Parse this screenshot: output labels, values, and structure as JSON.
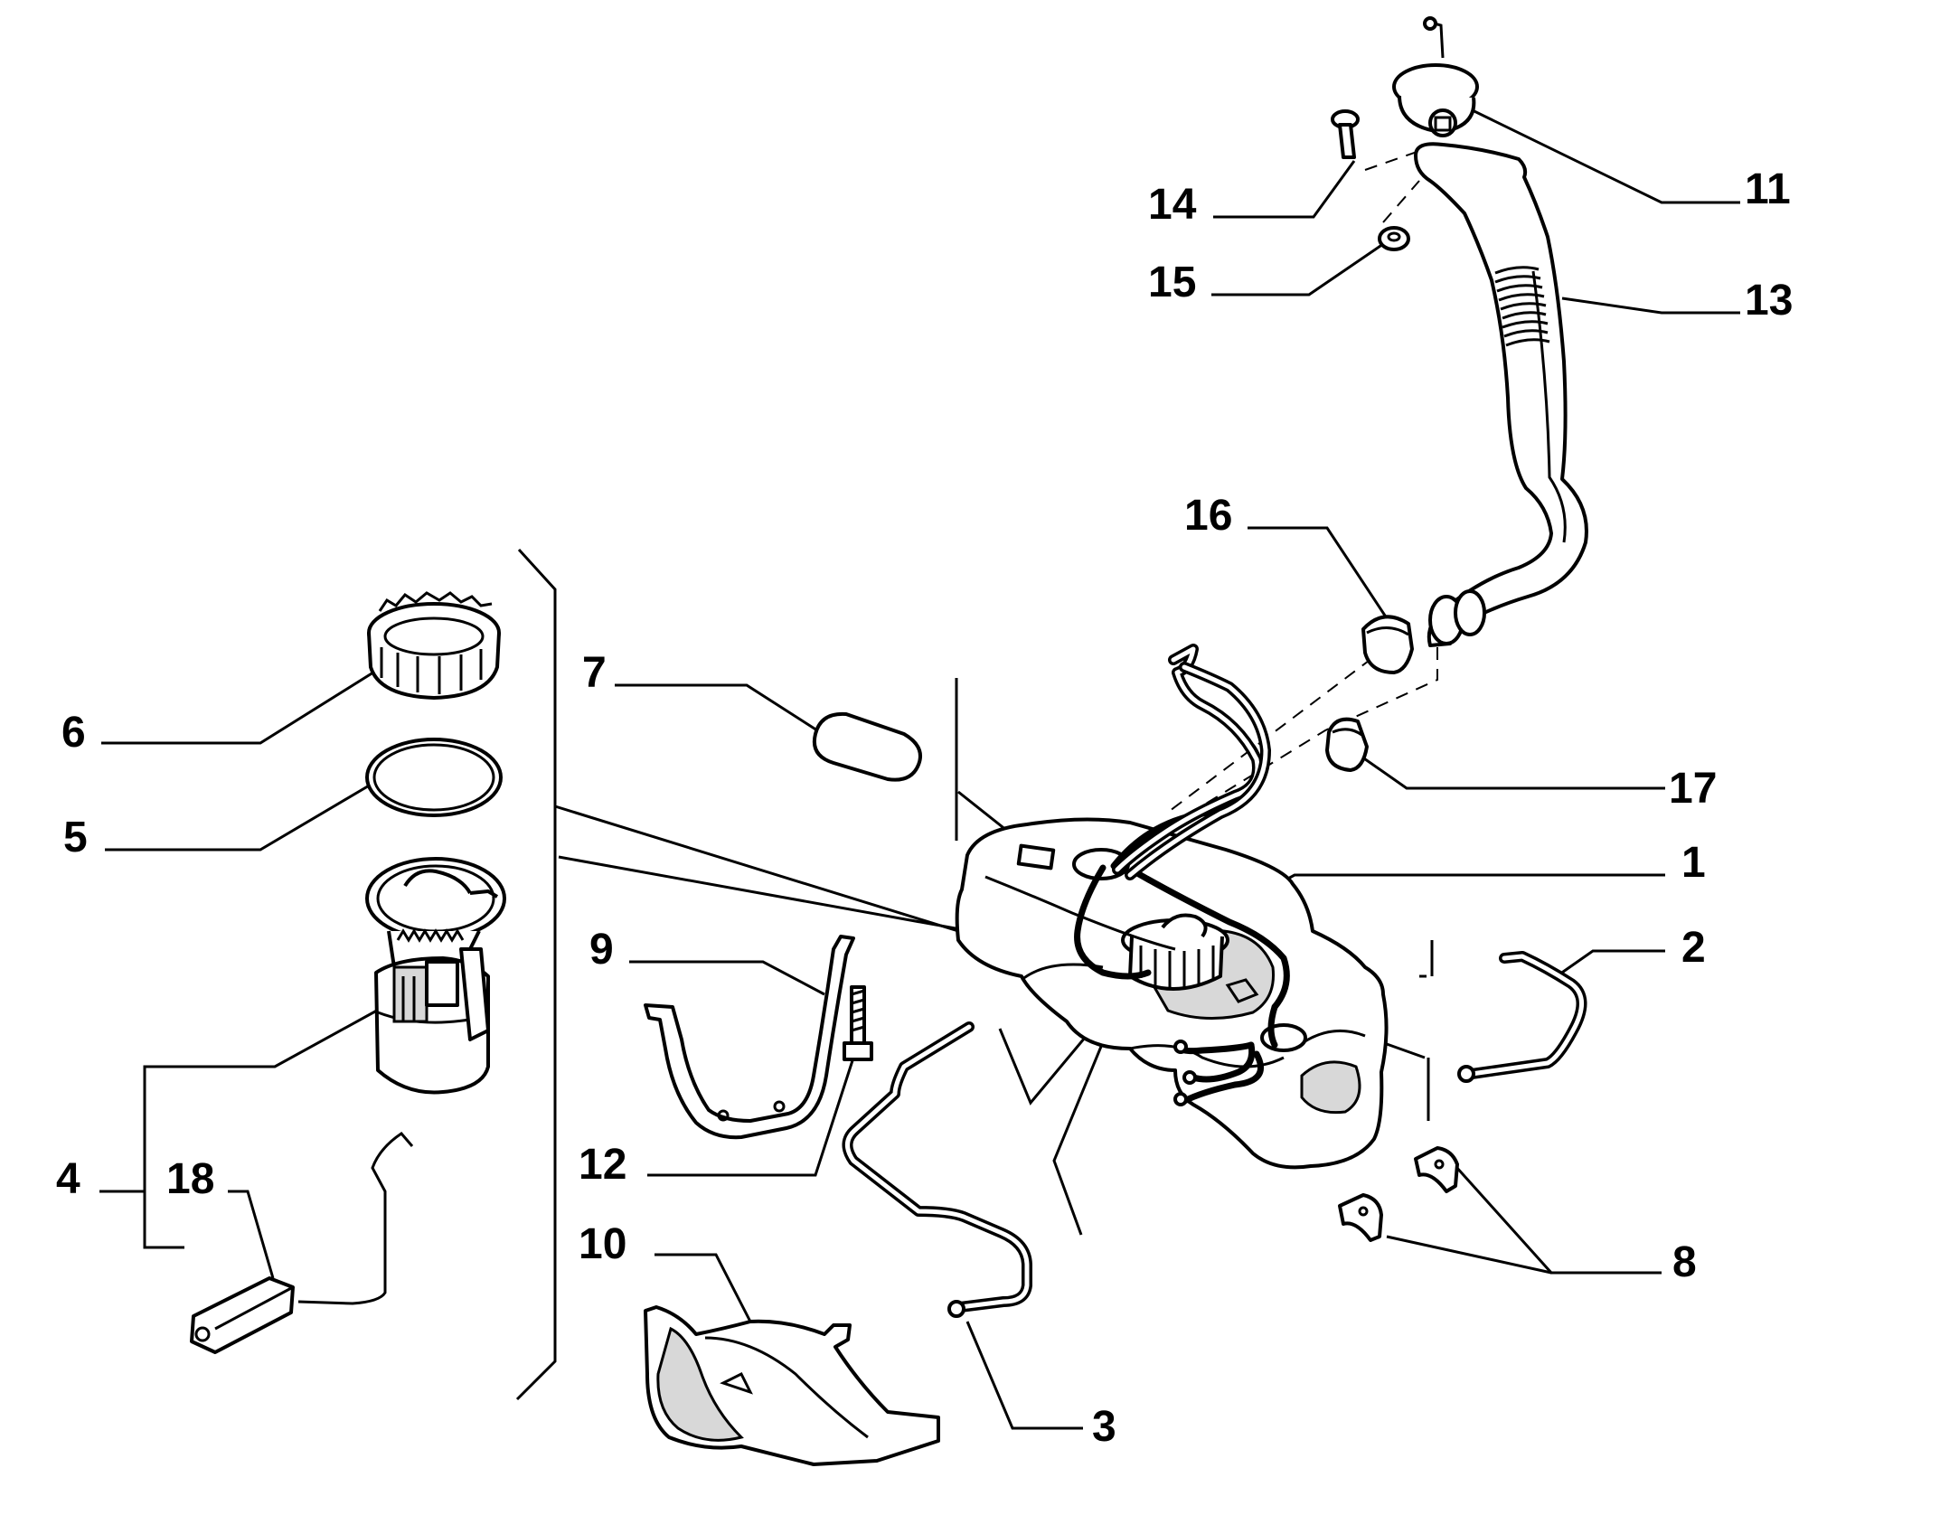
{
  "callouts": {
    "c1": "1",
    "c2": "2",
    "c3": "3",
    "c4": "4",
    "c5": "5",
    "c6": "6",
    "c7": "7",
    "c8": "8",
    "c9": "9",
    "c10": "10",
    "c11": "11",
    "c12": "12",
    "c13": "13",
    "c14": "14",
    "c15": "15",
    "c16": "16",
    "c17": "17",
    "c18": "18"
  },
  "parts": {
    "p1": "fuel-tank",
    "p2": "pipe-2",
    "p3": "pipe-3",
    "p4": "fuel-pump-module",
    "p5": "seal-ring",
    "p6": "ring-nut",
    "p7": "cover-pad",
    "p8": "clips",
    "p9": "tank-strap",
    "p10": "heat-shield",
    "p11": "filler-cap",
    "p12": "bolt",
    "p13": "filler-neck",
    "p14": "screw",
    "p15": "nut",
    "p16": "hose-clamp-16",
    "p17": "hose-clamp-17",
    "p18": "level-sender"
  },
  "colors": {
    "line": "#000000",
    "background": "#ffffff",
    "shade": "#d8d8d8"
  }
}
